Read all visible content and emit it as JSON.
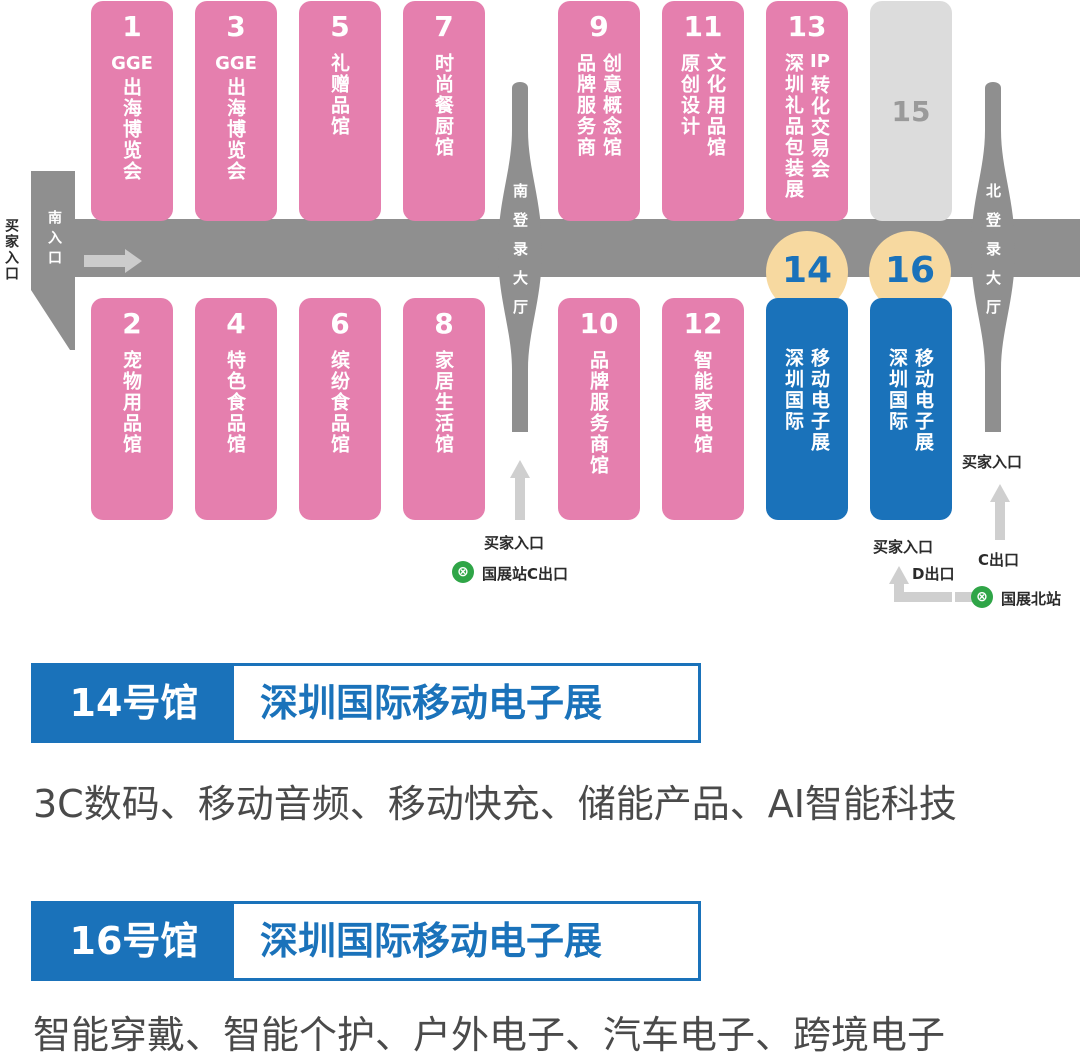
{
  "halls": [
    {
      "id": "1",
      "number": "1",
      "lines": [
        "GGE",
        "出海博览会"
      ]
    },
    {
      "id": "3",
      "number": "3",
      "lines": [
        "GGE",
        "出海博览会"
      ]
    },
    {
      "id": "5",
      "number": "5",
      "lines": [
        "礼赠品馆"
      ]
    },
    {
      "id": "7",
      "number": "7",
      "lines": [
        "时尚餐厨馆"
      ]
    },
    {
      "id": "9",
      "number": "9",
      "lines": [
        "创意概念馆",
        "品牌服务商"
      ]
    },
    {
      "id": "11",
      "number": "11",
      "lines": [
        "文化用品馆",
        "原创设计"
      ]
    },
    {
      "id": "13",
      "number": "13",
      "lines": [
        "转化交易会",
        "深圳礼品包装展"
      ],
      "prefix": "IP"
    },
    {
      "id": "15",
      "number": "15",
      "lines": []
    },
    {
      "id": "2",
      "number": "2",
      "lines": [
        "宠物用品馆"
      ]
    },
    {
      "id": "4",
      "number": "4",
      "lines": [
        "特色食品馆"
      ]
    },
    {
      "id": "6",
      "number": "6",
      "lines": [
        "缤纷食品馆"
      ]
    },
    {
      "id": "8",
      "number": "8",
      "lines": [
        "家居生活馆"
      ]
    },
    {
      "id": "10",
      "number": "10",
      "lines": [
        "品牌服务商馆"
      ]
    },
    {
      "id": "12",
      "number": "12",
      "lines": [
        "智能家电馆"
      ]
    },
    {
      "id": "14",
      "number": "14",
      "lines": [
        "移动电子展",
        "深圳国际"
      ]
    },
    {
      "id": "16",
      "number": "16",
      "lines": [
        "移动电子展",
        "深圳国际"
      ]
    }
  ],
  "south_entrance": "南入口",
  "buyer_entrance_west": "买家入口",
  "south_lobby": "南登录大厅",
  "north_lobby": "北登录大厅",
  "south_buyer_entrance": "买家入口",
  "south_metro_exit": "国展站C出口",
  "d_buyer_entrance": "买家入口",
  "d_exit": "D出口",
  "north_buyer_entrance": "买家入口",
  "c_exit": "C出口",
  "north_station": "国展北站",
  "metro_icon": "metro-icon",
  "banners": [
    {
      "tag": "14号馆",
      "title": "深圳国际移动电子展",
      "desc": "3C数码、移动音频、移动快充、储能产品、AI智能科技"
    },
    {
      "tag": "16号馆",
      "title": "深圳国际移动电子展",
      "desc": "智能穿戴、智能个护、户外电子、汽车电子、跨境电子"
    }
  ],
  "colors": {
    "pink": "#e57fae",
    "blue": "#1a72ba",
    "gray": "#dcdcdc",
    "road": "#8f8f8f",
    "marker": "#f7d9a0",
    "metro": "#2fa547"
  }
}
